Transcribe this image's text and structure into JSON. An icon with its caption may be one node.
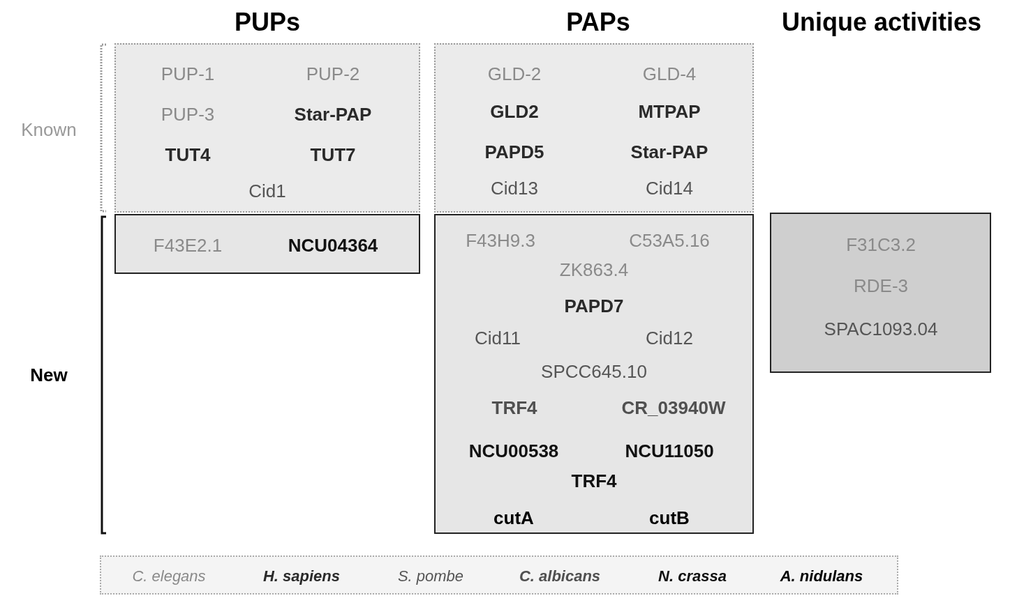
{
  "diagram": {
    "nodes": [
      {
        "text": [
          "PUP-1",
          "PUP-2",
          "PUP-3",
          "Star-PAP",
          "TUT4",
          "TUT7",
          "Cid1"
        ]
      },
      {
        "text": [
          "GLD-2",
          "GLD-4",
          "GLD2",
          "MTPAP",
          "PAPD5",
          "Star-PAP",
          "Cid13",
          "Cid14"
        ]
      },
      {
        "text": [
          "F43E2.1",
          "NCU04364"
        ]
      },
      {
        "text": [
          "F43H9.3",
          "C53A5.16",
          "ZK863.4",
          "PAPD7",
          "Cid11",
          "Cid12",
          "SPCC645.10",
          "TRF4",
          "CR_03940W",
          "NCU00538",
          "NCU11050",
          "TRF4",
          "cutA",
          "cutB"
        ]
      },
      {
        "text": [
          "F31C3.2",
          "RDE-3",
          "SPAC1093.04"
        ]
      }
    ],
    "labels": [
      "PUPs",
      "PAPs",
      "Unique activities",
      "Known",
      "New"
    ],
    "legend": [
      {
        "text": "C. elegans"
      },
      {
        "text": "H. sapiens"
      },
      {
        "text": "S. pombe"
      },
      {
        "text": "C. albicans"
      },
      {
        "text": "N. crassa"
      },
      {
        "text": "A. nidulans"
      }
    ]
  }
}
